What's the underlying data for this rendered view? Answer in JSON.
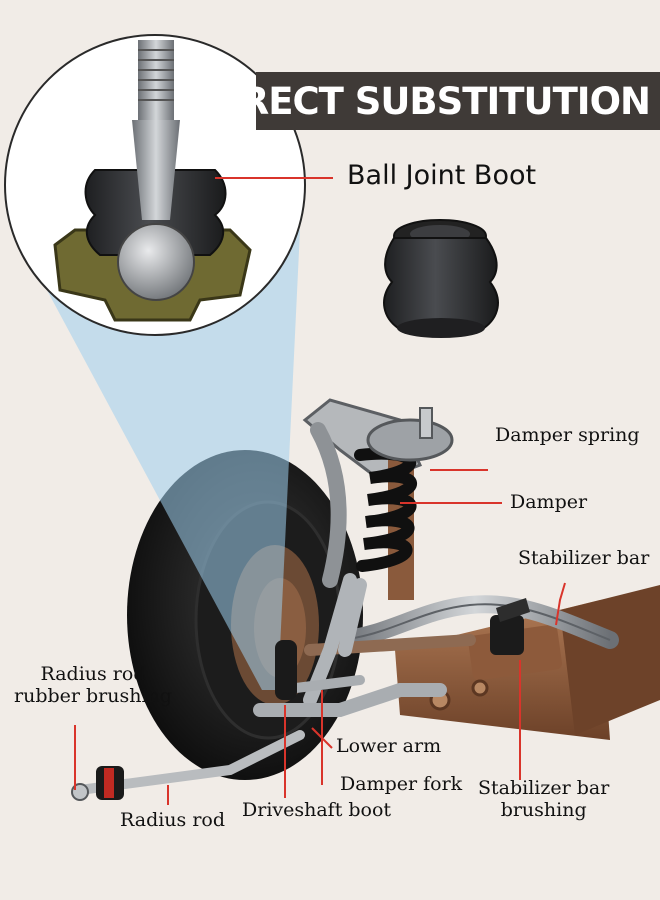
{
  "title": "DIRECT SUBSTITUTION",
  "callout_label": "Ball Joint Boot",
  "labels": {
    "damper_spring": "Damper spring",
    "damper": "Damper",
    "stabilizer_bar": "Stabilizer bar",
    "radius_rod_rubber_brushing": "Radius rod\nrubber brushing",
    "lower_arm": "Lower arm",
    "damper_fork": "Damper fork",
    "stabilizer_bar_brushing": "Stabilizer bar\nbrushing",
    "radius_rod": "Radius rod",
    "driveshaft_boot": "Driveshaft boot"
  },
  "colors": {
    "background": "#f1ece7",
    "banner": "#3f3a37",
    "leader_line": "#d9342b",
    "spotlight": "#9fd0ee",
    "tire": "#161616",
    "metal": "#a9adb1",
    "rust": "#8a5a3c"
  }
}
